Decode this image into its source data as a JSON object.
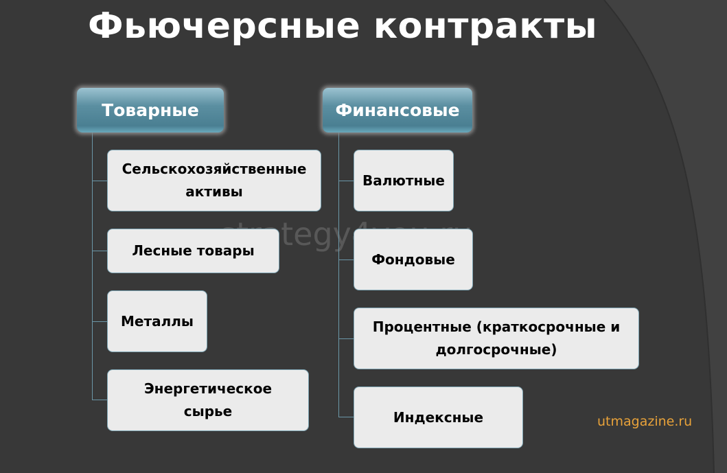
{
  "title": "Фьючерсные контракты",
  "categories": [
    {
      "label": "Товарные",
      "items": [
        "Сельскохозяйственные активы",
        "Лесные товары",
        "Металлы",
        "Энергетическое сырье"
      ]
    },
    {
      "label": "Финансовые",
      "items": [
        "Валютные",
        "Фондовые",
        "Процентные (краткосрочные  и долгосрочные)",
        "Индексные"
      ]
    }
  ],
  "watermark": "strategy4you.ru",
  "site": "utmagazine.ru",
  "colors": {
    "background": "#383838",
    "header": "#4a7f92",
    "box": "#ebebeb",
    "site": "#e8a23a"
  }
}
